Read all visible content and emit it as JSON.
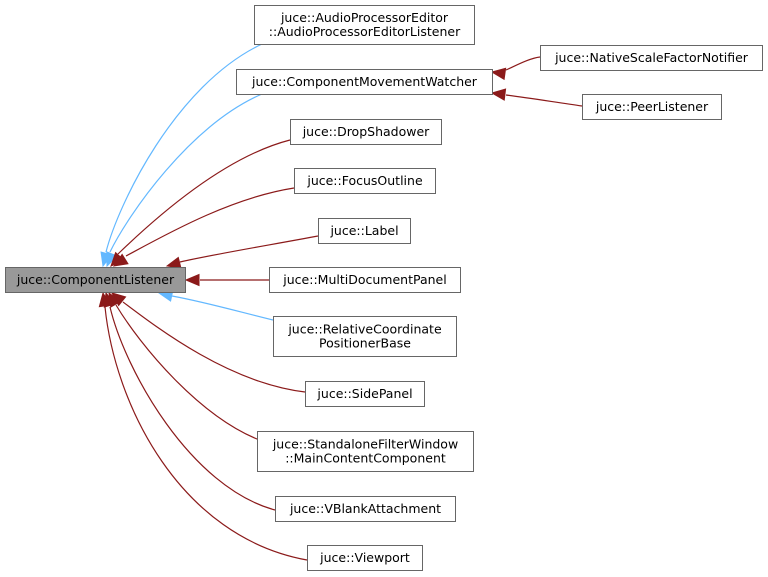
{
  "colors": {
    "inheritance_edge": "#8b1a1a",
    "blue_edge": "#63b8ff",
    "base_node_fill": "#999999",
    "node_border": "#666666"
  },
  "nodes": {
    "component_listener": {
      "lines": [
        "juce::ComponentListener"
      ]
    },
    "audio_processor_editor_listener": {
      "lines": [
        "juce::AudioProcessorEditor",
        "::AudioProcessorEditorListener"
      ]
    },
    "component_movement_watcher": {
      "lines": [
        "juce::ComponentMovementWatcher"
      ]
    },
    "native_scale_factor_notifier": {
      "lines": [
        "juce::NativeScaleFactorNotifier"
      ]
    },
    "peer_listener": {
      "lines": [
        "juce::PeerListener"
      ]
    },
    "drop_shadower": {
      "lines": [
        "juce::DropShadower"
      ]
    },
    "focus_outline": {
      "lines": [
        "juce::FocusOutline"
      ]
    },
    "label": {
      "lines": [
        "juce::Label"
      ]
    },
    "multi_document_panel": {
      "lines": [
        "juce::MultiDocumentPanel"
      ]
    },
    "relative_coordinate_positioner_base": {
      "lines": [
        "juce::RelativeCoordinate",
        "PositionerBase"
      ]
    },
    "side_panel": {
      "lines": [
        "juce::SidePanel"
      ]
    },
    "standalone_filter_window": {
      "lines": [
        "juce::StandaloneFilterWindow",
        "::MainContentComponent"
      ]
    },
    "vblank_attachment": {
      "lines": [
        "juce::VBlankAttachment"
      ]
    },
    "viewport": {
      "lines": [
        "juce::Viewport"
      ]
    }
  },
  "edges": [
    {
      "from": "audio_processor_editor_listener",
      "to": "component_listener",
      "kind": "public"
    },
    {
      "from": "component_movement_watcher",
      "to": "component_listener",
      "kind": "public"
    },
    {
      "from": "drop_shadower",
      "to": "component_listener",
      "kind": "inherit"
    },
    {
      "from": "focus_outline",
      "to": "component_listener",
      "kind": "inherit"
    },
    {
      "from": "label",
      "to": "component_listener",
      "kind": "inherit"
    },
    {
      "from": "multi_document_panel",
      "to": "component_listener",
      "kind": "inherit"
    },
    {
      "from": "relative_coordinate_positioner_base",
      "to": "component_listener",
      "kind": "public"
    },
    {
      "from": "side_panel",
      "to": "component_listener",
      "kind": "inherit"
    },
    {
      "from": "standalone_filter_window",
      "to": "component_listener",
      "kind": "inherit"
    },
    {
      "from": "vblank_attachment",
      "to": "component_listener",
      "kind": "inherit"
    },
    {
      "from": "viewport",
      "to": "component_listener",
      "kind": "inherit"
    },
    {
      "from": "native_scale_factor_notifier",
      "to": "component_movement_watcher",
      "kind": "inherit"
    },
    {
      "from": "peer_listener",
      "to": "component_movement_watcher",
      "kind": "inherit"
    }
  ]
}
